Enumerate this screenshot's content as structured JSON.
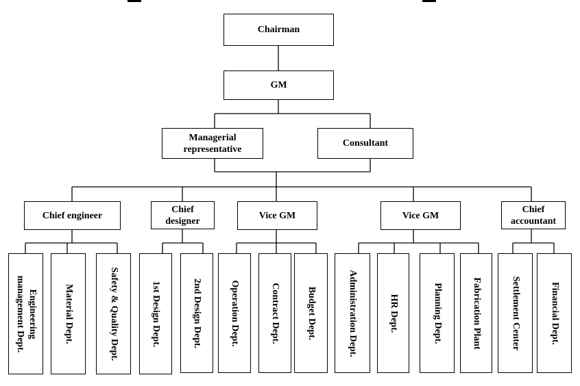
{
  "org_chart": {
    "top": {
      "chairman": "Chairman",
      "gm": "GM",
      "managerial_representative": "Managerial representative",
      "consultant": "Consultant"
    },
    "managers": {
      "chief_engineer": "Chief engineer",
      "chief_designer": "Chief designer",
      "vice_gm_1": "Vice GM",
      "vice_gm_2": "Vice GM",
      "chief_accountant": "Chief accountant"
    },
    "departments": {
      "engineering_management": "Engineering management Dept.",
      "material": "Material Dept.",
      "safety_quality": "Safety & Quality Dept.",
      "first_design": "1st Design Dept.",
      "second_design": "2nd Design Dept.",
      "operation": "Operation Dept.",
      "contract": "Contract Dept.",
      "budget": "Budget Dept.",
      "administration": "Administration Dept.",
      "hr": "HR Dept.",
      "planning": "Planning Dept.",
      "fabrication_plant": "Fabrication Plant",
      "settlement_center": "Settlement Center",
      "financial": "Financial Dept."
    }
  }
}
